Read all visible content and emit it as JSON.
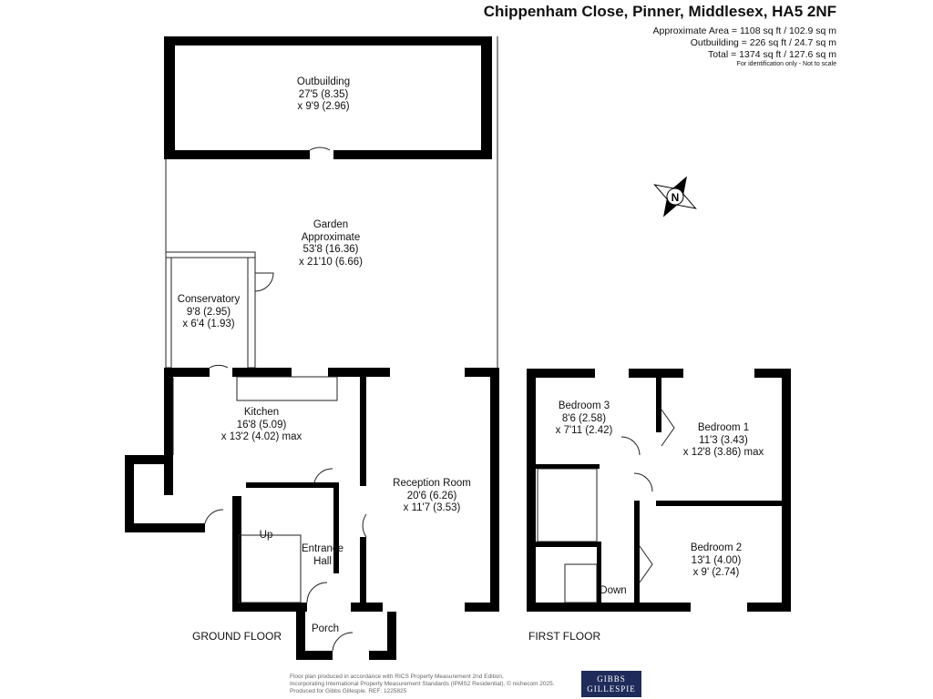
{
  "header": {
    "title": "Chippenham Close, Pinner, Middlesex, HA5 2NF",
    "areas": [
      "Approximate Area = 1108 sq ft / 102.9 sq m",
      "Outbuilding = 226 sq ft / 24.7 sq m",
      "Total = 1374 sq ft / 127.6 sq m"
    ],
    "disclaimer": "For identification only - Not to scale"
  },
  "rooms": {
    "outbuilding": [
      "Outbuilding",
      "27'5 (8.35)",
      "x 9'9 (2.96)"
    ],
    "garden": [
      "Garden",
      "Approximate",
      "53'8 (16.36)",
      "x 21'10 (6.66)"
    ],
    "conservatory": [
      "Conservatory",
      "9'8 (2.95)",
      "x 6'4 (1.93)"
    ],
    "kitchen": [
      "Kitchen",
      "16'8 (5.09)",
      "x 13'2 (4.02) max"
    ],
    "reception": [
      "Reception Room",
      "20'6 (6.26)",
      "x 11'7 (3.53)"
    ],
    "hall": [
      "Entrance",
      "Hall"
    ],
    "porch": "Porch",
    "up": "Up",
    "bedroom3": [
      "Bedroom 3",
      "8'6 (2.58)",
      "x 7'11 (2.42)"
    ],
    "bedroom1": [
      "Bedroom 1",
      "11'3 (3.43)",
      "x 12'8 (3.86) max"
    ],
    "bedroom2": [
      "Bedroom 2",
      "13'1 (4.00)",
      "x 9' (2.74)"
    ],
    "down": "Down"
  },
  "floors": {
    "ground": "GROUND FLOOR",
    "first": "FIRST FLOOR"
  },
  "compass": {
    "label": "N",
    "icon": "north-compass-icon"
  },
  "footer": {
    "lines": [
      "Floor plan produced in accordance with RICS Property Measurement 2nd Edition,",
      "Incorporating International Property Measurement Standards (IPMS2 Residential).   © nichecom 2025.",
      "Produced for Gibbs Gillespie.   REF: 1225825"
    ],
    "logo": [
      "GIBBS",
      "GILLESPIE"
    ],
    "brand_color": "#1f2b5a"
  }
}
